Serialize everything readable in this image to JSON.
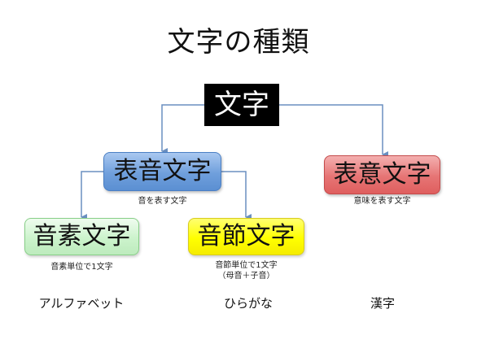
{
  "title": "文字の種類",
  "nodes": {
    "root": {
      "label": "文字"
    },
    "phonogram": {
      "label": "表音文字",
      "caption": "音を表す文字",
      "color": "#6f9fdc"
    },
    "logogram": {
      "label": "表意文字",
      "caption": "意味を表す文字",
      "color": "#e67474"
    },
    "phonemic": {
      "label": "音素文字",
      "caption": "音素単位で1文字",
      "color": "#ccf3cc"
    },
    "syllabic": {
      "label": "音節文字",
      "caption_line1": "音節単位で1文字",
      "caption_line2": "（母音＋子音）",
      "color": "#ffff00"
    }
  },
  "examples": {
    "phonemic": "アルファベット",
    "syllabic": "ひらがな",
    "logogram": "漢字"
  },
  "connector_color": "#6a8fc0"
}
